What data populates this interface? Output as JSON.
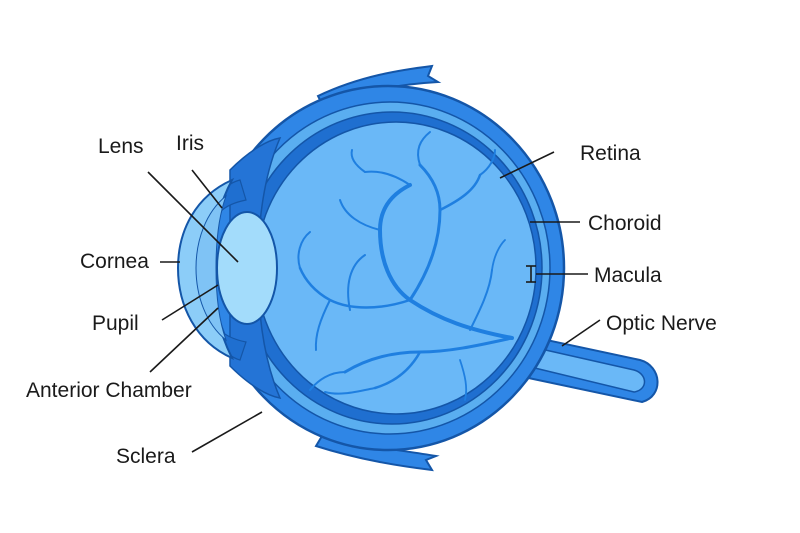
{
  "labels": {
    "lens": "Lens",
    "iris": "Iris",
    "cornea": "Cornea",
    "pupil": "Pupil",
    "anterior_chamber": "Anterior Chamber",
    "sclera": "Sclera",
    "retina": "Retina",
    "choroid": "Choroid",
    "macula": "Macula",
    "optic_nerve": "Optic Nerve"
  },
  "colors": {
    "sclera_outer": "#2f86e6",
    "outline": "#1456a8",
    "choroid_band": "#5aaef0",
    "retina_band": "#1f6fd0",
    "vitreous": "#6ab8f7",
    "cornea": "#8ccdf8",
    "lens": "#a3dcfb",
    "vessel": "#1f7fe0",
    "text": "#1a1a1a"
  }
}
